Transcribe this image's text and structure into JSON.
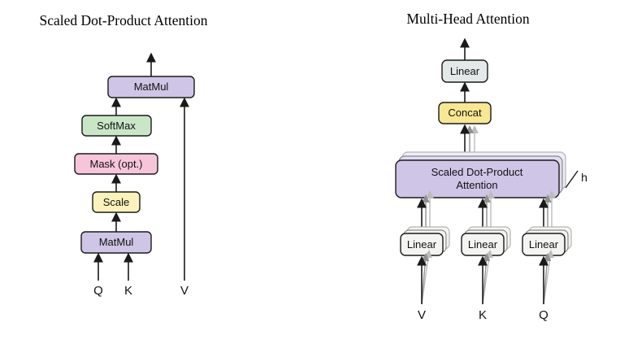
{
  "figure": {
    "left": {
      "title": "Scaled Dot-Product Attention",
      "matmul_top": "MatMul",
      "softmax": "SoftMax",
      "mask": "Mask (opt.)",
      "scale": "Scale",
      "matmul_bottom": "MatMul",
      "input_q": "Q",
      "input_k": "K",
      "input_v": "V"
    },
    "right": {
      "title": "Multi-Head Attention",
      "linear_out": "Linear",
      "concat": "Concat",
      "attention_line1": "Scaled Dot-Product",
      "attention_line2": "Attention",
      "heads_count_label": "h",
      "linear_v": "Linear",
      "linear_k": "Linear",
      "linear_q": "Linear",
      "input_v": "V",
      "input_k": "K",
      "input_q": "Q"
    }
  },
  "colors": {
    "matmul_fill": "#cfc5e6",
    "softmax_fill": "#c9e7c6",
    "mask_fill": "#f7c5d9",
    "scale_fill": "#fbf3bb",
    "concat_fill": "#f8e793",
    "linear_out_fill": "#e3e8e8",
    "linear_fill": "#f4f4f2",
    "attention_fill": "#cfc5e6",
    "attention_shadow1_fill": "#e2dcf1",
    "attention_shadow2_fill": "#f0edf8",
    "stroke_dark": "#1a1a1a"
  }
}
